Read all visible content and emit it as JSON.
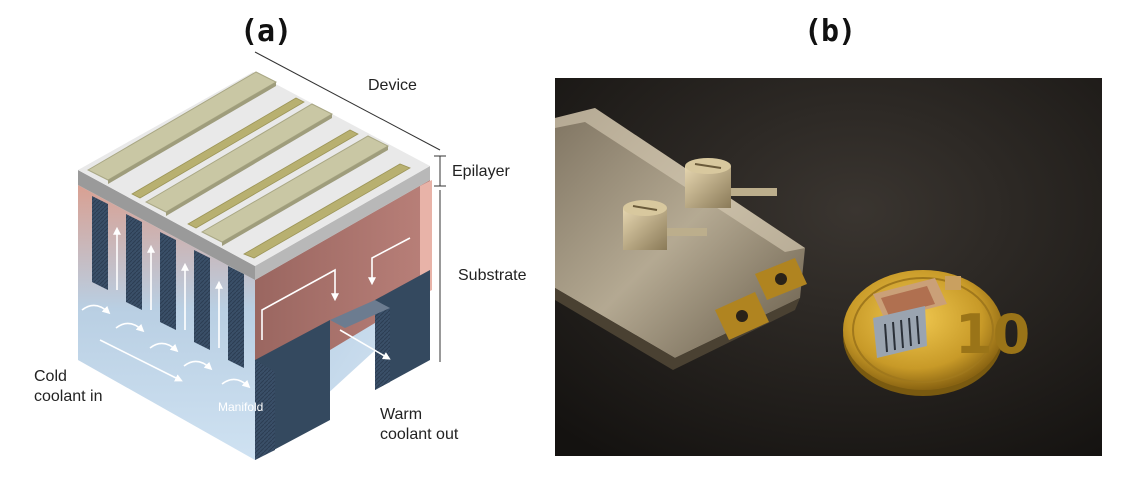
{
  "panels": {
    "a": {
      "label": "(a)"
    },
    "b": {
      "label": "(b)"
    }
  },
  "diagram": {
    "device": "Device",
    "epilayer": "Epilayer",
    "substrate": "Substrate",
    "cold_line1": "Cold",
    "cold_line2": "coolant in",
    "manifold": "Manifold",
    "warm_line1": "Warm",
    "warm_line2": "coolant out"
  },
  "photo": {
    "coin_numeral": "10"
  },
  "colors": {
    "device_strip": "#c9c7a4",
    "gold_strip": "#b8b070",
    "substrate": "#a66f6a",
    "manifold": "#3f5570",
    "coolant": "#b7d3ea",
    "photo_background": "#1c1a18",
    "coin": "#c89a28"
  }
}
